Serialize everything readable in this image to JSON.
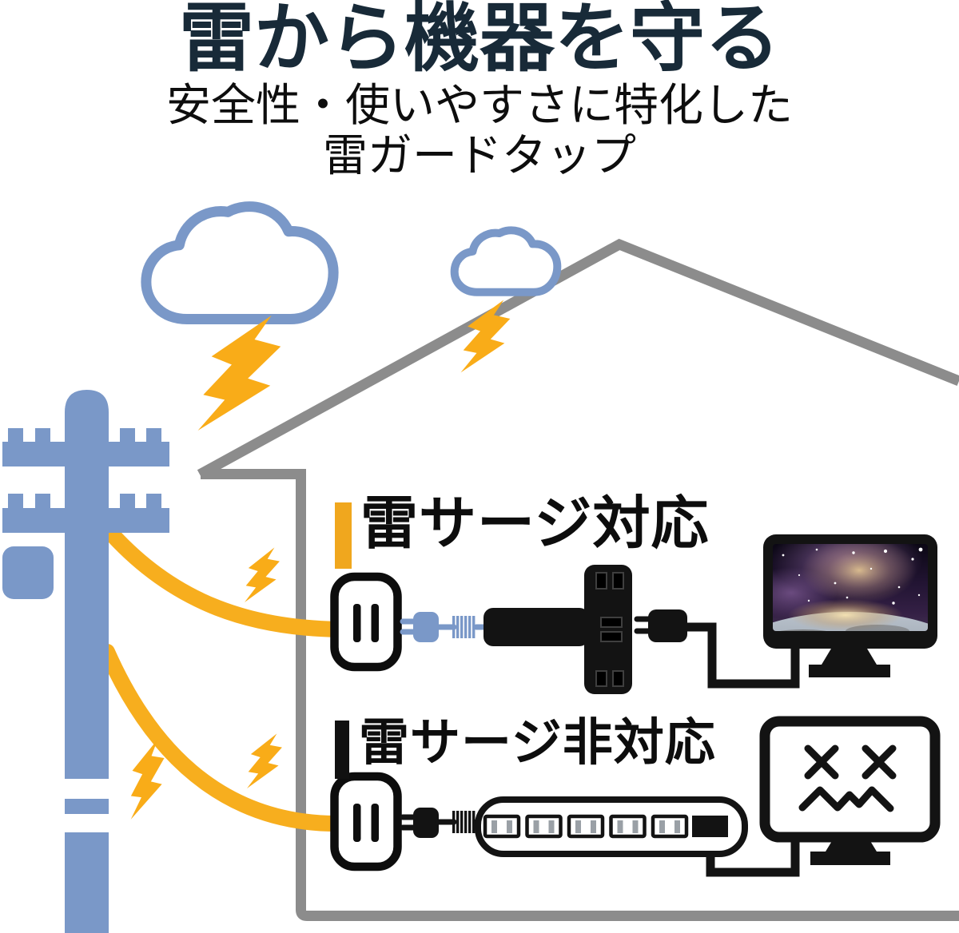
{
  "page": {
    "title": "雷から機器を守る",
    "subtitle_line1": "安全性・使いやすさに特化した",
    "subtitle_line2": "雷ガードタップ"
  },
  "sections": [
    {
      "label": "雷サージ対応",
      "marker": "yellow-bar",
      "result": "monitor-working-galaxy-screen"
    },
    {
      "label": "雷サージ非対応",
      "marker": "black-bar",
      "result": "monitor-broken-dead-face"
    }
  ],
  "icons": {
    "storm_cloud_large": "blue-outline-cloud",
    "storm_cloud_small": "blue-outline-cloud",
    "lightning_bolt": "yellow-filled-bolt",
    "utility_pole": "blue-pole-with-crossarms-and-transformer",
    "house": "gray-roof-wall-floor-outline",
    "power_line": "yellow-sagging-wire",
    "wall_outlet": "rounded-outlet-two-slots",
    "surge_plug": "blue-plug-with-ferrite-cable",
    "surge_tap": "black-t-shaped-guard-tap",
    "monitor_plug": "black-plug",
    "power_strip": "white-5-outlet-strip",
    "monitor_ok": "monitor-with-galaxy-image",
    "monitor_broken": "monitor-with-x-eyes-zigzag-mouth"
  },
  "colors": {
    "title_navy": "#182A38",
    "text_black": "#0D0D0D",
    "pole_blue": "#7A98C8",
    "bolt_yellow": "#F9AC18",
    "wire_yellow": "#F7AE1E",
    "marker_yellow": "#F0A71E",
    "marker_black": "#111111",
    "house_gray": "#8C8C8C",
    "device_black": "#131313",
    "slot_gray": "#9AA0A6"
  }
}
